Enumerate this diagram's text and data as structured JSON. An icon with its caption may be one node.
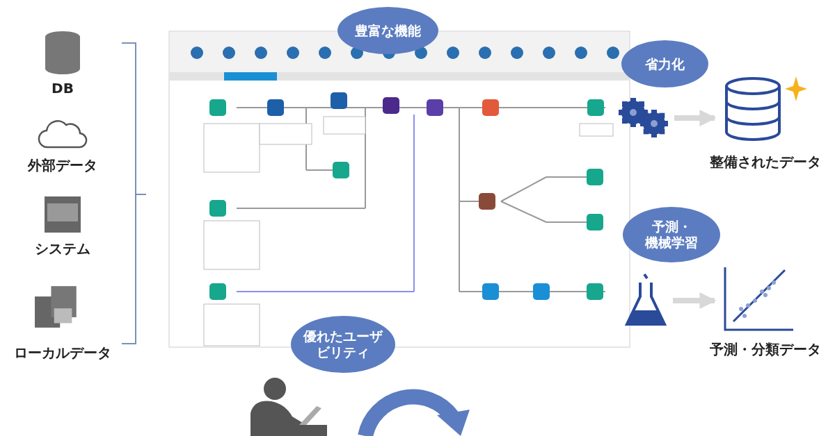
{
  "diagram": {
    "nodes": [
      {
        "text": [
          "DB"
        ]
      },
      {
        "text": [
          "外部データ"
        ]
      },
      {
        "text": [
          "システム"
        ]
      },
      {
        "text": [
          "ローカルデータ"
        ]
      },
      {
        "text": [
          "豊富な機能"
        ]
      },
      {
        "text": [
          "省力化"
        ]
      },
      {
        "text": [],
        "shape": "picture"
      },
      {
        "text": [
          "整備されたデータ"
        ]
      },
      {
        "text": [
          "予測・機械学習"
        ]
      },
      {
        "text": [],
        "shape": "picture"
      },
      {
        "text": [
          "予測・分類データ"
        ]
      },
      {
        "text": [
          "優れたユーザビリティ"
        ]
      }
    ],
    "edges": [
      {
        "from": 6,
        "to": 7,
        "arrow": "to"
      },
      {
        "from": 9,
        "to": 10,
        "arrow": "to"
      }
    ]
  }
}
